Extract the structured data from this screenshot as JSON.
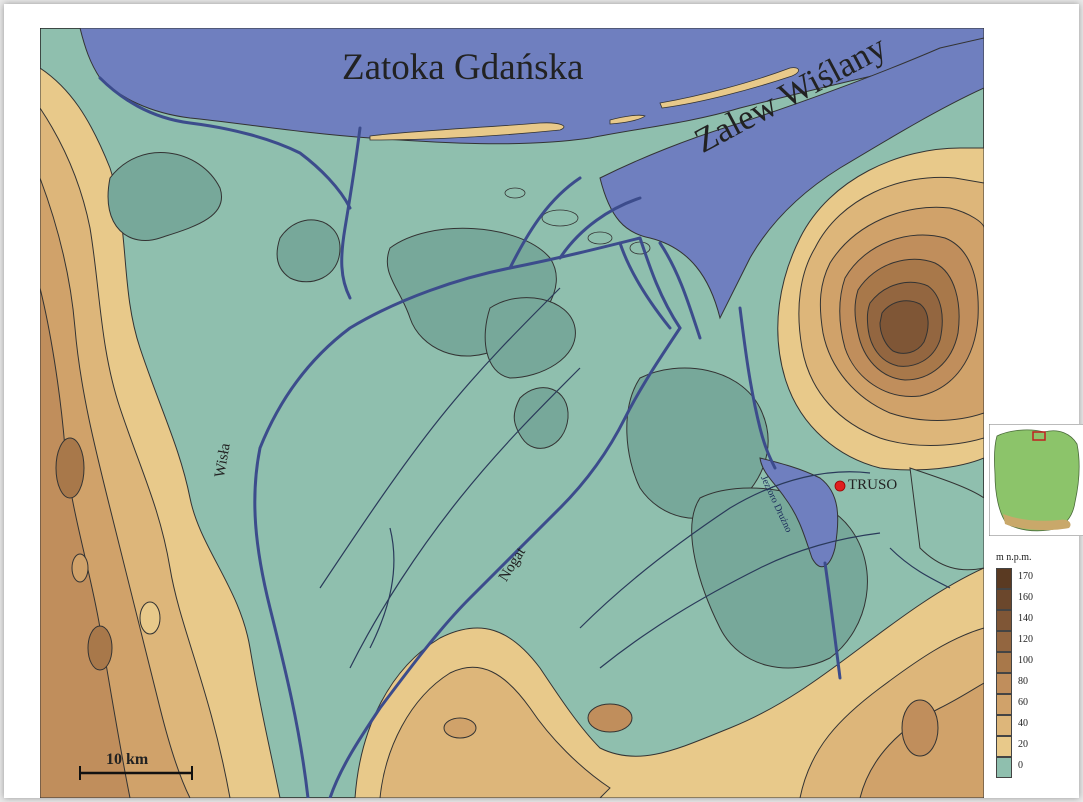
{
  "map": {
    "labels": {
      "gulf": "Zatoka Gdańska",
      "lagoon": "Zalew Wiślany",
      "river_wisla": "Wisła",
      "river_nogat": "Nogat",
      "lake": "Jezioro Drużno",
      "site": "TRUSO"
    },
    "scale_bar": "10 km",
    "colors": {
      "water": "#6f7fbf",
      "lowland": "#8fbfae",
      "depression": "#77a89a",
      "band_20": "#e8c98a",
      "band_40": "#ddb67a",
      "band_60": "#d0a26a",
      "band_80": "#c08e5c",
      "band_100": "#a8784a",
      "band_120": "#936640",
      "band_140": "#7f5636",
      "band_160": "#6b472c",
      "site_marker": "#e02020"
    }
  },
  "legend": {
    "title": "m n.p.m.",
    "items": [
      {
        "label": "170",
        "color": "#5a3a22"
      },
      {
        "label": "160",
        "color": "#6b472c"
      },
      {
        "label": "140",
        "color": "#7f5636"
      },
      {
        "label": "120",
        "color": "#936640"
      },
      {
        "label": "100",
        "color": "#a8784a"
      },
      {
        "label": "80",
        "color": "#c08e5c"
      },
      {
        "label": "60",
        "color": "#d0a26a"
      },
      {
        "label": "40",
        "color": "#ddb67a"
      },
      {
        "label": "20",
        "color": "#e8c98a"
      },
      {
        "label": "0",
        "color": "#8fbfae"
      }
    ]
  }
}
